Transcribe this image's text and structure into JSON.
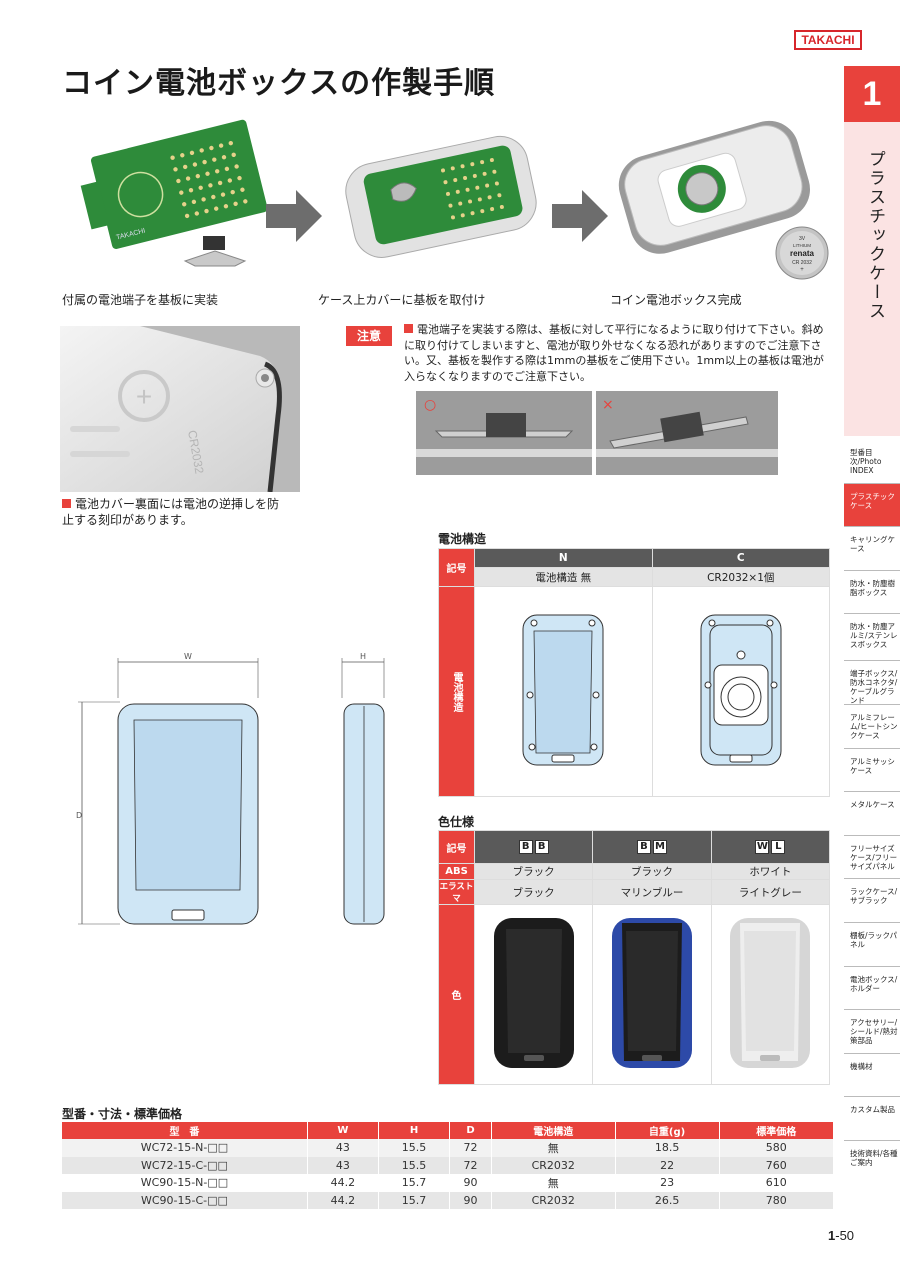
{
  "brand": "TAKACHI",
  "title": "コイン電池ボックスの作製手順",
  "tab": {
    "number": "1",
    "label": "プラスチックケース"
  },
  "nav": [
    "型番目次/Photo INDEX",
    "プラスチックケース",
    "キャリングケース",
    "防水・防塵樹脂ボックス",
    "防水・防塵アルミ/ステンレスボックス",
    "端子ボックス/防水コネクタ/ケーブルグランド",
    "アルミフレーム/ヒートシンクケース",
    "アルミサッシケース",
    "メタルケース",
    "フリーサイズケース/フリーサイズパネル",
    "ラックケース/サブラック",
    "棚板/ラックパネル",
    "電池ボックス/ホルダー",
    "アクセサリー/シールド/熱対策部品",
    "機構材",
    "カスタム製品",
    "技術資料/各種ご案内"
  ],
  "steps": [
    "付属の電池端子を基板に実装",
    "ケース上カバーに基板を取付け",
    "コイン電池ボックス完成"
  ],
  "pcb_label": "TAKACHI",
  "coin": {
    "line1": "3V",
    "line2": "LITHIUM",
    "brand": "renata",
    "model": "CR 2032",
    "sign": "+"
  },
  "caution": {
    "tag": "注意",
    "text": "電池端子を実装する際は、基板に対して平行になるように取り付けて下さい。斜めに取り付けてしまいますと、電池が取り外せなくなる恐れがありますのでご注意下さい。又、基板を製作する際は1mmの基板をご使用下さい。1mm以上の基板は電池が入らなくなりますのでご注意下さい。",
    "ok_mark": "○",
    "ng_mark": "×"
  },
  "cover_engraving": "CR2032",
  "cover_note": "電池カバー裏面には電池の逆挿しを防止する刻印があります。",
  "dims": {
    "w": "W",
    "h": "H",
    "d": "D"
  },
  "battery_structure": {
    "heading": "電池構造",
    "row_label": "記号",
    "side_label": "電池構造",
    "cols": [
      {
        "code": "N",
        "desc": "電池構造 無"
      },
      {
        "code": "C",
        "desc": "CR2032×1個"
      }
    ]
  },
  "color_spec": {
    "heading": "色仕様",
    "code_label": "記号",
    "abs_label": "ABS",
    "elastomer_label": "エラストマ",
    "color_label": "色",
    "cols": [
      {
        "c1": "B",
        "c2": "B",
        "abs": "ブラック",
        "elastomer": "ブラック"
      },
      {
        "c1": "B",
        "c2": "M",
        "abs": "ブラック",
        "elastomer": "マリンブルー"
      },
      {
        "c1": "W",
        "c2": "L",
        "abs": "ホワイト",
        "elastomer": "ライトグレー"
      }
    ]
  },
  "colors": {
    "accent": "#e8423c",
    "dark_header": "#5a5a5a",
    "blueprint": "#cfe6f5",
    "marine": "#2d4aa8"
  },
  "price_table": {
    "heading": "型番・寸法・標準価格",
    "headers": [
      "型　番",
      "W",
      "H",
      "D",
      "電池構造",
      "自重(g)",
      "標準価格"
    ],
    "rows": [
      [
        "WC72-15-N-□□",
        "43",
        "15.5",
        "72",
        "無",
        "18.5",
        "580"
      ],
      [
        "WC72-15-C-□□",
        "43",
        "15.5",
        "72",
        "CR2032",
        "22",
        "760"
      ],
      [
        "WC90-15-N-□□",
        "44.2",
        "15.7",
        "90",
        "無",
        "23",
        "610"
      ],
      [
        "WC90-15-C-□□",
        "44.2",
        "15.7",
        "90",
        "CR2032",
        "26.5",
        "780"
      ]
    ]
  },
  "page": {
    "chapter": "1",
    "number": "-50"
  }
}
